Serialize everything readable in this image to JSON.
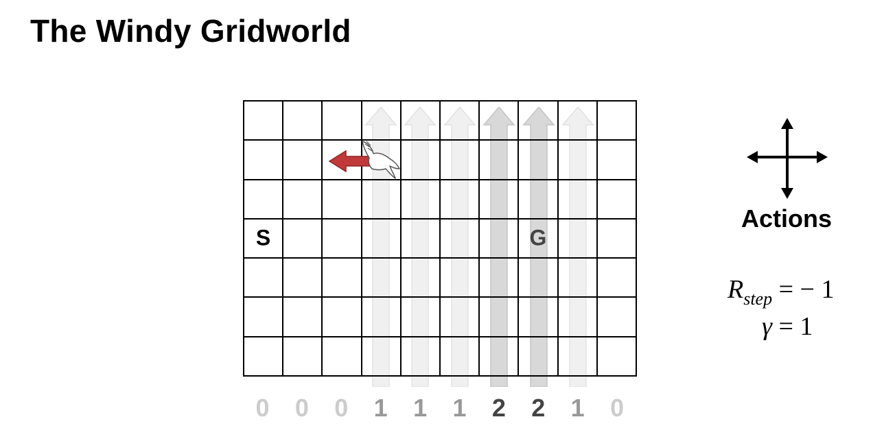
{
  "title": "The Windy Gridworld",
  "grid": {
    "columns": 10,
    "rows": 7,
    "start_label": "S",
    "goal_label": "G",
    "start_cell": {
      "row": 3,
      "col": 0
    },
    "goal_cell": {
      "row": 3,
      "col": 7
    },
    "agent_cell": {
      "row": 1,
      "col": 3
    },
    "agent_action": "left",
    "wind_strengths": [
      "0",
      "0",
      "0",
      "1",
      "1",
      "1",
      "2",
      "2",
      "1",
      "0"
    ]
  },
  "actions": {
    "label": "Actions",
    "icon": "four-way-arrow-icon"
  },
  "formulas": {
    "reward_symbol": "R",
    "reward_subscript": "step",
    "reward_value": " = − 1",
    "gamma_symbol": "γ",
    "gamma_value": " = 1"
  },
  "colors": {
    "action_arrow": "#c0393b",
    "wind_light": "#f0f0f0",
    "wind_strong": "#d8d8d8",
    "wind_zero_text": "#cccccc",
    "wind_one_text": "#999999",
    "wind_two_text": "#444444"
  }
}
